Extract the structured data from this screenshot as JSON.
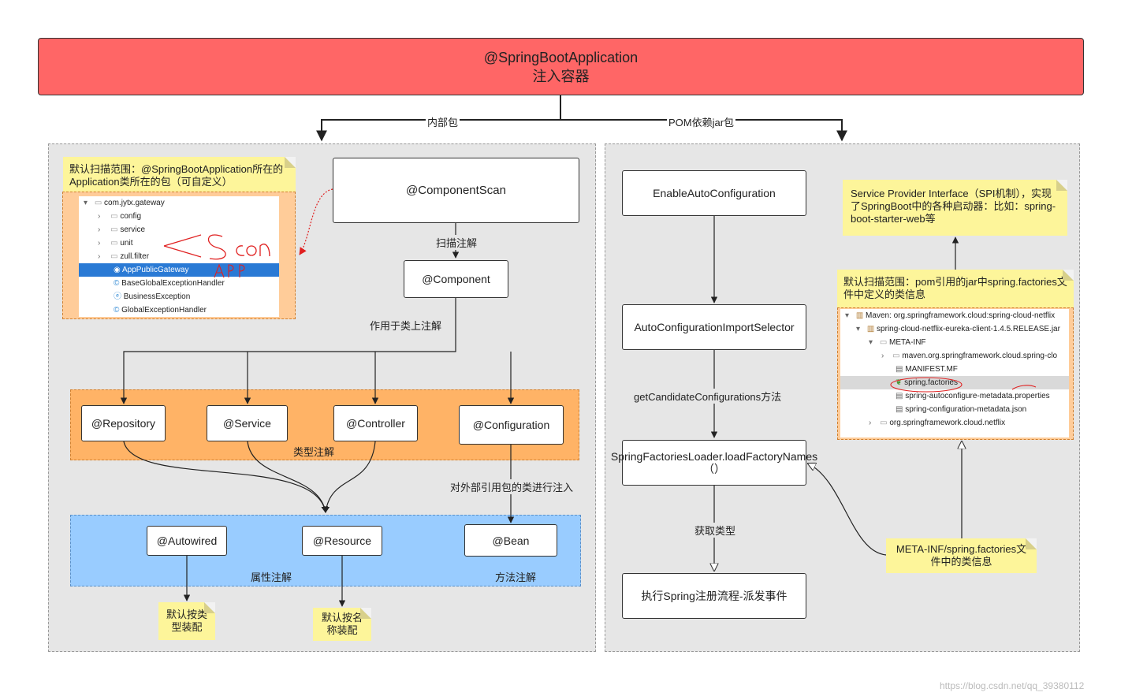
{
  "top": {
    "line1": "@SpringBootApplication",
    "line2": "注入容器"
  },
  "branch": {
    "left": "内部包",
    "right": "POM依赖jar包"
  },
  "left_panel": {
    "note": "默认扫描范围：@SpringBootApplication所在的Application类所在的包（可自定义）",
    "tree": {
      "root": "com.jytx.gateway",
      "items": [
        "config",
        "service",
        "unit",
        "zull.filter",
        "AppPublicGateway",
        "BaseGlobalExceptionHandler",
        "BusinessException",
        "GlobalExceptionHandler"
      ]
    },
    "component_scan": "@ComponentScan",
    "scan_annotation": "扫描注解",
    "component": "@Component",
    "on_class": "作用于类上注解",
    "type_group": {
      "label": "类型注解",
      "items": [
        "@Repository",
        "@Service",
        "@Controller",
        "@Configuration"
      ]
    },
    "external_inject": "对外部引用包的类进行注入",
    "prop_group": {
      "prop_label": "属性注解",
      "method_label": "方法注解",
      "items": [
        "@Autowired",
        "@Resource",
        "@Bean"
      ]
    },
    "note_bytype": "默认按类型装配",
    "note_byname": "默认按名称装配"
  },
  "right_panel": {
    "enable": "EnableAutoConfiguration",
    "import_select": "AutoConfigurationImportSelector",
    "get_candidates": "getCandidateConfigurations方法",
    "loader": "SpringFactoriesLoader.loadFactoryNames（）",
    "get_type": "获取类型",
    "exec": "执行Spring注册流程-派发事件",
    "spi_note": "Service Provider Interface（SPI机制），实现了SpringBoot中的各种启动器：比如：spring-boot-starter-web等",
    "scan_note": "默认扫描范围：pom引用的jar中spring.factories文件中定义的类信息",
    "meta_note": "META-INF/spring.factories文件中的类信息",
    "tree": {
      "items": [
        "Maven: org.springframework.cloud:spring-cloud-netflix",
        "spring-cloud-netflix-eureka-client-1.4.5.RELEASE.jar",
        "META-INF",
        "maven.org.springframework.cloud.spring-clo",
        "MANIFEST.MF",
        "spring.factories",
        "spring-autoconfigure-metadata.properties",
        "spring-configuration-metadata.json",
        "org.springframework.cloud.netflix"
      ]
    }
  },
  "watermark": "https://blog.csdn.net/qq_39380112",
  "colors": {
    "header": "#ff6666",
    "panel": "#e6e6e6",
    "type_group": "#ffb366",
    "prop_group": "#99ccff",
    "note": "#fdf59a",
    "tree_frame": "#ffcc99",
    "selection": "#2a7ad5"
  }
}
